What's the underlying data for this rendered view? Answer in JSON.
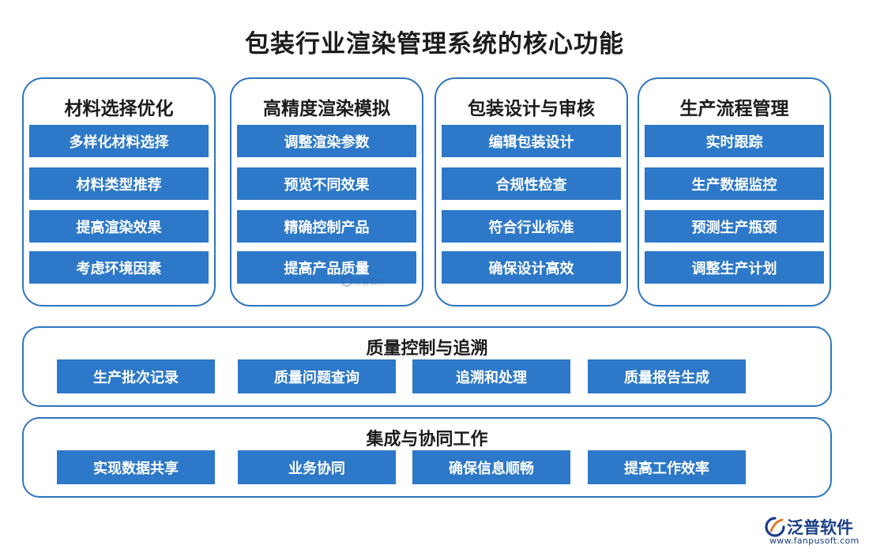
{
  "title": "包装行业渲染管理系统的核心功能",
  "columns": [
    {
      "title": "材料选择优化",
      "items": [
        "多样化材料选择",
        "材料类型推荐",
        "提高渲染效果",
        "考虑环境因素"
      ]
    },
    {
      "title": "高精度渲染模拟",
      "items": [
        "调整渲染参数",
        "预览不同效果",
        "精确控制产品",
        "提高产品质量"
      ]
    },
    {
      "title": "包装设计与审核",
      "items": [
        "编辑包装设计",
        "合规性检查",
        "符合行业标准",
        "确保设计高效"
      ]
    },
    {
      "title": "生产流程管理",
      "items": [
        "实时跟踪",
        "生产数据监控",
        "预测生产瓶颈",
        "调整生产计划"
      ]
    }
  ],
  "rows": [
    {
      "title": "质量控制与追溯",
      "items": [
        "生产批次记录",
        "质量问题查询",
        "追溯和处理",
        "质量报告生成"
      ]
    },
    {
      "title": "集成与协同工作",
      "items": [
        "实现数据共享",
        "业务协同",
        "确保信息顺畅",
        "提高工作效率"
      ]
    }
  ],
  "logo": {
    "name": "泛普软件",
    "url": "www.fanpusoft.com",
    "mark": "logo-mark-icon"
  },
  "watermark": {
    "name": "泛普软件"
  },
  "colors": {
    "accent": "#2d78c8",
    "border": "#2f74c0",
    "logo": "#1b3f86"
  }
}
